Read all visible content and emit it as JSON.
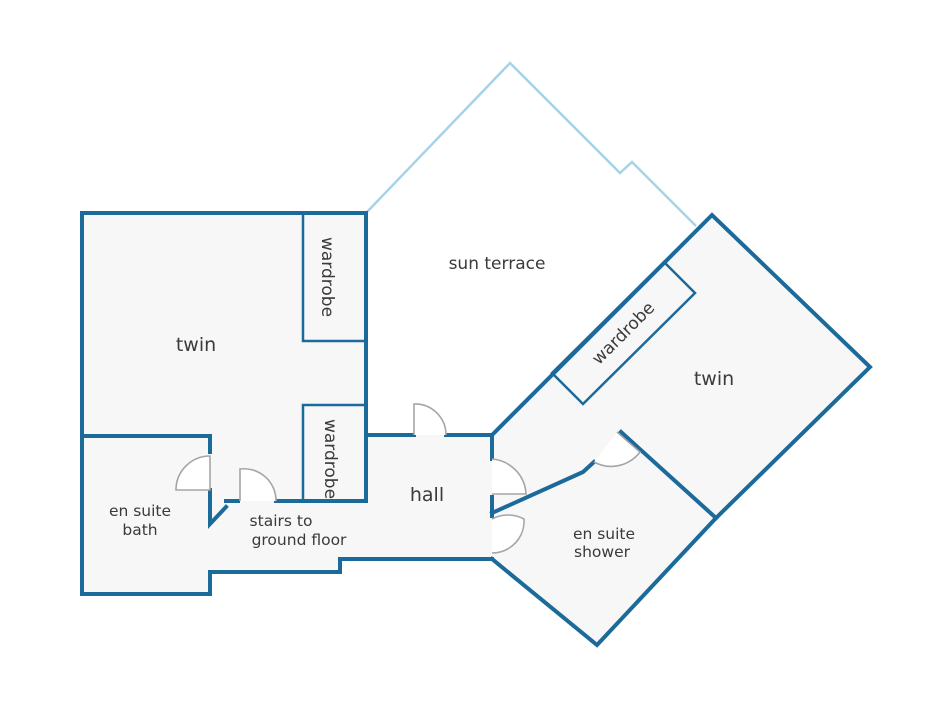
{
  "rooms": {
    "twin_left": "twin",
    "wardrobe_left_top": "wardrobe",
    "wardrobe_left_bottom": "wardrobe",
    "en_suite_bath_line1": "en suite",
    "en_suite_bath_line2": "bath",
    "stairs_line1": "stairs to",
    "stairs_line2": "ground floor",
    "hall": "hall",
    "sun_terrace": "sun terrace",
    "twin_right": "twin",
    "wardrobe_right": "wardrobe",
    "en_suite_shower_line1": "en suite",
    "en_suite_shower_line2": "shower"
  },
  "colors": {
    "wall": "#1b6a99",
    "terrace_outline": "#a6d3ea",
    "floor": "#f7f7f7",
    "door": "#a5a5a5",
    "text": "#3a3a3a"
  }
}
